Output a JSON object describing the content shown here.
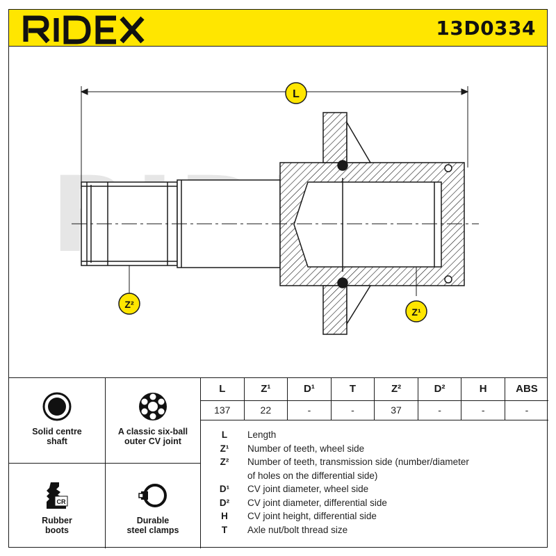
{
  "header": {
    "brand": "RIDEX",
    "part_number": "13D0334",
    "color": "#ffe600"
  },
  "drawing": {
    "watermark": "RIDEX",
    "callouts": {
      "length": "L",
      "z1": "Z¹",
      "z2": "Z²"
    }
  },
  "features": [
    {
      "icon": "solid-shaft-icon",
      "label": "Solid centre\nshaft"
    },
    {
      "icon": "six-ball-joint-icon",
      "label": "A classic six-ball\nouter CV joint"
    },
    {
      "icon": "rubber-boot-icon",
      "label": "Rubber\nboots",
      "badge": "CR"
    },
    {
      "icon": "steel-clamp-icon",
      "label": "Durable\nsteel clamps"
    }
  ],
  "spec_table": {
    "headers": [
      "L",
      "Z¹",
      "D¹",
      "T",
      "Z²",
      "D²",
      "H",
      "ABS"
    ],
    "values": [
      "137",
      "22",
      "-",
      "-",
      "37",
      "-",
      "-",
      "-"
    ]
  },
  "legend": [
    {
      "key": "L",
      "text": "Length"
    },
    {
      "key": "Z¹",
      "text": "Number of teeth, wheel side"
    },
    {
      "key": "Z²",
      "text": "Number of teeth, transmission side (number/diameter"
    },
    {
      "key": "",
      "text": "of holes on the differential side)"
    },
    {
      "key": "D¹",
      "text": "CV joint diameter, wheel side"
    },
    {
      "key": "D²",
      "text": "CV joint diameter, differential side"
    },
    {
      "key": "H",
      "text": "CV joint height, differential side"
    },
    {
      "key": "T",
      "text": "Axle nut/bolt thread size"
    }
  ]
}
